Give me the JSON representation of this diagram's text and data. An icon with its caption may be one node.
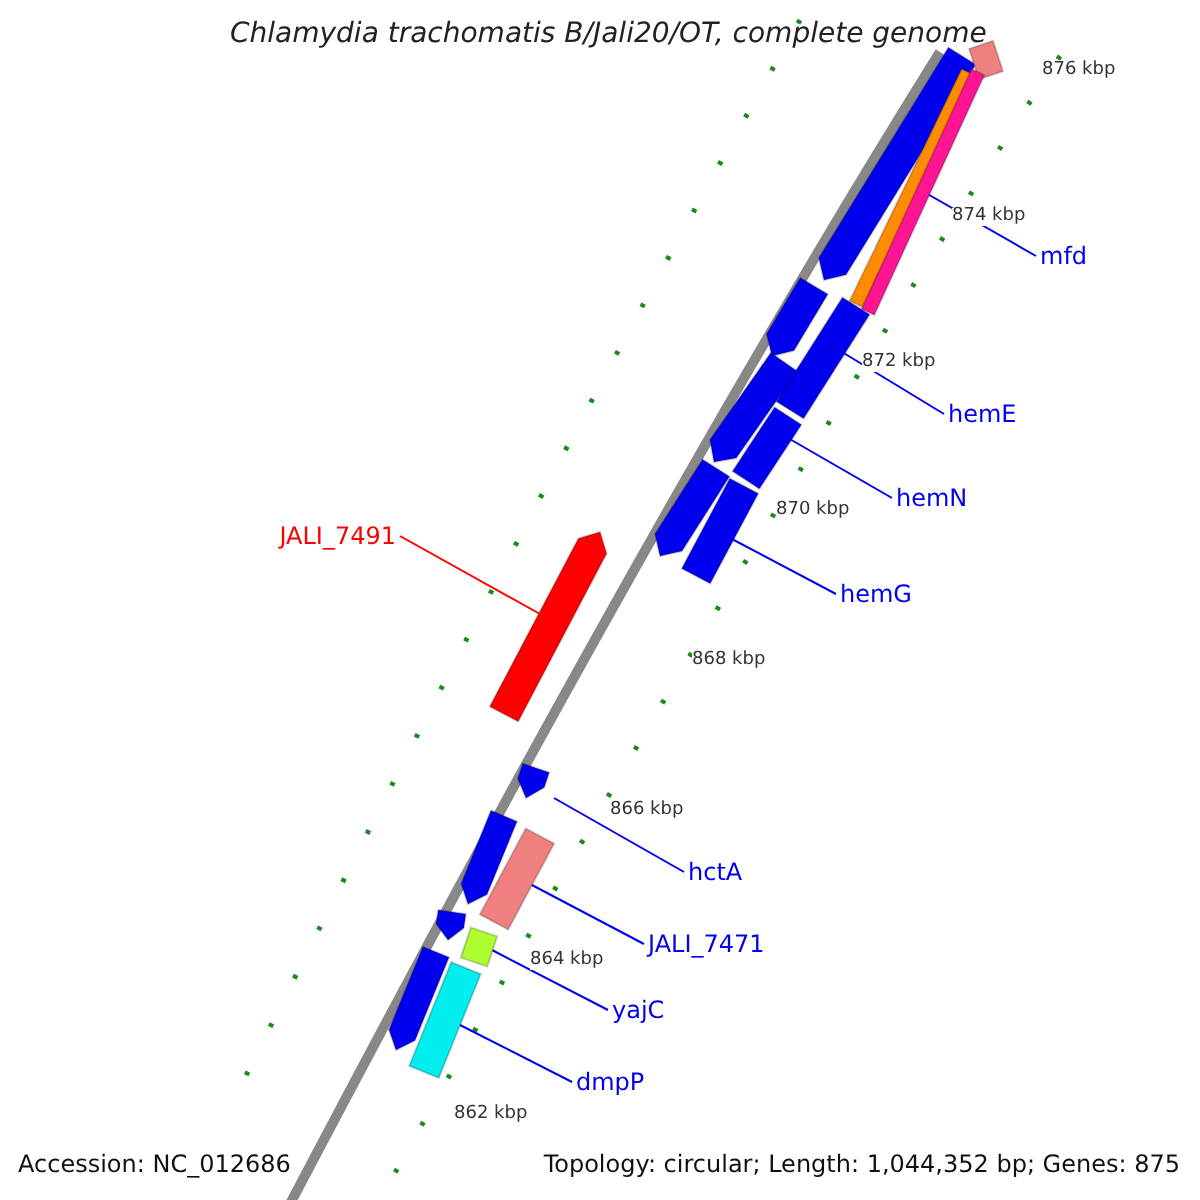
{
  "diagram": {
    "title": "Chlamydia trachomatis B/Jali20/OT, complete genome",
    "nodes": [
      {
        "text": [
          "mfd"
        ]
      },
      {
        "text": [
          "hemE"
        ]
      },
      {
        "text": [
          "hemN"
        ]
      },
      {
        "text": [
          "JALI_7491"
        ]
      },
      {
        "text": [
          "hemG"
        ]
      },
      {
        "text": [
          "hctA"
        ]
      },
      {
        "text": [
          "JALI_7471"
        ]
      },
      {
        "text": [
          "yajC"
        ]
      },
      {
        "text": [
          "dmpP"
        ]
      },
      {
        "text": [],
        "shape": "bar"
      },
      {
        "text": [],
        "shape": "bar"
      },
      {
        "text": [],
        "shape": "bar"
      },
      {
        "text": [],
        "shape": "bar"
      },
      {
        "text": [],
        "shape": "bar"
      },
      {
        "text": [],
        "shape": "bar"
      },
      {
        "text": [],
        "shape": "bar"
      },
      {
        "text": [],
        "shape": "bar"
      },
      {
        "text": [],
        "shape": "bar"
      },
      {
        "text": [],
        "shape": "bar"
      },
      {
        "text": [],
        "shape": "bar"
      },
      {
        "text": [],
        "shape": "bar"
      },
      {
        "text": [],
        "shape": "bar"
      },
      {
        "text": [],
        "shape": "bar"
      },
      {
        "text": [],
        "shape": "bar"
      },
      {
        "text": [],
        "shape": "bar"
      },
      {
        "text": [],
        "shape": "bar"
      },
      {
        "text": [],
        "shape": "bar"
      }
    ],
    "edges": [
      {
        "from": 0,
        "to": 12,
        "arrow": "none"
      },
      {
        "from": 1,
        "to": 14,
        "arrow": "none"
      },
      {
        "from": 2,
        "to": 16,
        "arrow": "none"
      },
      {
        "from": 3,
        "to": 19,
        "arrow": "none",
        "color": "#ff0000"
      },
      {
        "from": 4,
        "to": 18,
        "arrow": "none"
      },
      {
        "from": 5,
        "to": 20,
        "arrow": "none"
      },
      {
        "from": 6,
        "to": 22,
        "arrow": "none"
      },
      {
        "from": 7,
        "to": 24,
        "arrow": "none"
      },
      {
        "from": 8,
        "to": 26,
        "arrow": "none"
      }
    ],
    "labels": [
      "876 kbp",
      "874 kbp",
      "872 kbp",
      "870 kbp",
      "868 kbp",
      "866 kbp",
      "864 kbp",
      "862 kbp",
      "Accession: NC_012686",
      "Topology: circular; Length: 1,044,352 bp; Genes: 875"
    ]
  }
}
